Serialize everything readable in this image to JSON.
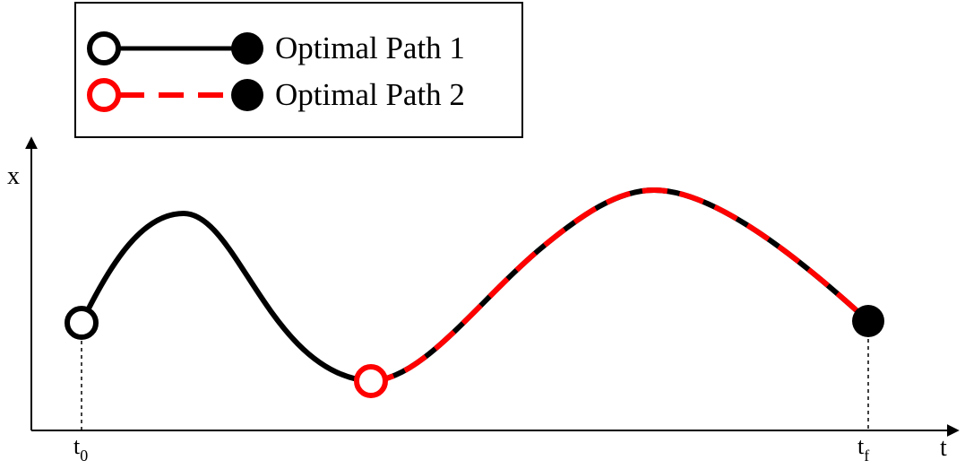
{
  "legend": {
    "items": [
      {
        "label": "Optimal Path 1",
        "line_color": "#000000",
        "start_marker": "open-circle",
        "end_marker": "filled-circle",
        "line_style": "solid"
      },
      {
        "label": "Optimal Path 2",
        "line_color": "#ff0000",
        "start_marker": "open-circle",
        "end_marker": "filled-circle",
        "line_style": "dashed"
      }
    ]
  },
  "axes": {
    "y_label": "x",
    "x_label": "t",
    "start_tick": {
      "base": "t",
      "sub": "0"
    },
    "end_tick": {
      "base": "t",
      "sub": "f"
    }
  },
  "colors": {
    "path1": "#000000",
    "path2": "#ff0000",
    "axis": "#000000"
  }
}
